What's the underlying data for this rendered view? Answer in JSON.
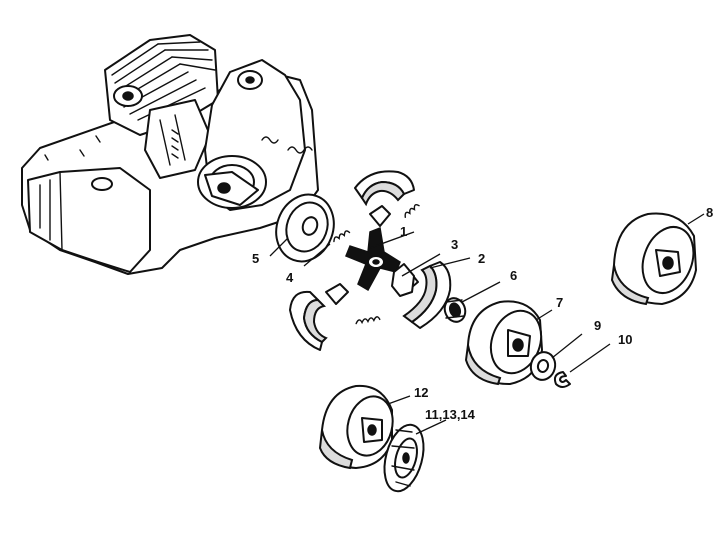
{
  "callouts": {
    "c1": "1",
    "c2": "2",
    "c3": "3",
    "c4": "4",
    "c5": "5",
    "c6": "6",
    "c7": "7",
    "c8": "8",
    "c9": "9",
    "c10": "10",
    "c12": "12",
    "c11_13_14": "11,13,14"
  }
}
